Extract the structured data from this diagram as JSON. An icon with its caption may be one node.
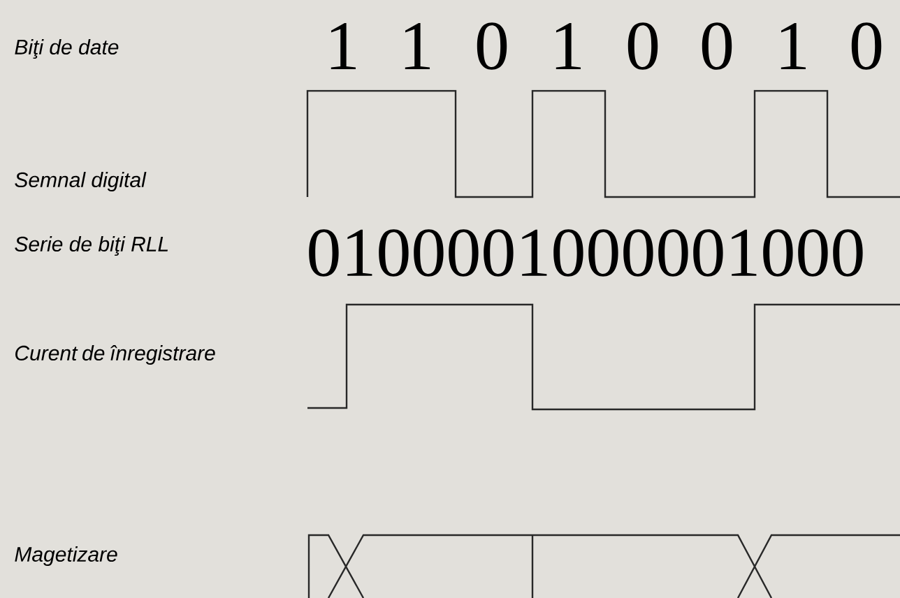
{
  "diagram": {
    "labels": [
      "Biţi de date",
      "1",
      "1",
      "0",
      "1",
      "0",
      "0",
      "1",
      "0",
      "Semnal digital",
      "Serie de biţi RLL",
      "0100001000001000",
      "Curent de înregistrare",
      "Magetizare"
    ]
  }
}
